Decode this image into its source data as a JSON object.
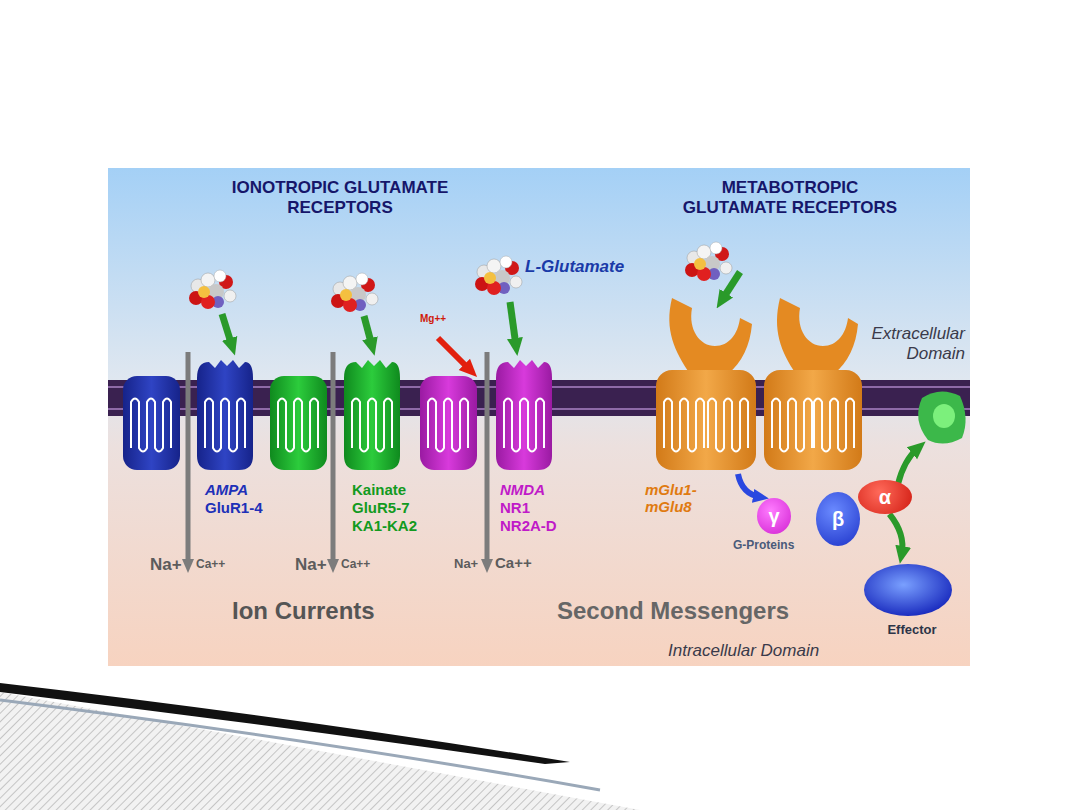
{
  "diagram": {
    "nodes": [
      {
        "text": [
          "γ"
        ]
      },
      {
        "text": [
          "β"
        ]
      },
      {
        "text": [
          "α"
        ]
      },
      {
        "text": [
          "Effector"
        ]
      }
    ],
    "edges": [
      {
        "from": 2,
        "to": 3,
        "arrow": "to"
      }
    ],
    "labels": [
      "IONOTROPIC GLUTAMATE RECEPTORS",
      "METABOTROPIC GLUTAMATE RECEPTORS",
      "L-Glutamate",
      "Extracellular Domain",
      "Mg++",
      "AMPA",
      "GluR1-4",
      "Kainate",
      "GluR5-7",
      "KA1-KA2",
      "NMDA",
      "NR1",
      "NR2A-D",
      "mGlu1- mGlu8",
      "G-Proteins",
      "Na+",
      "Ca++",
      "Na+",
      "Ca++",
      "Na+",
      "Ca++",
      "Ion Currents",
      "Second Messengers",
      "Intracellular Domain"
    ]
  }
}
